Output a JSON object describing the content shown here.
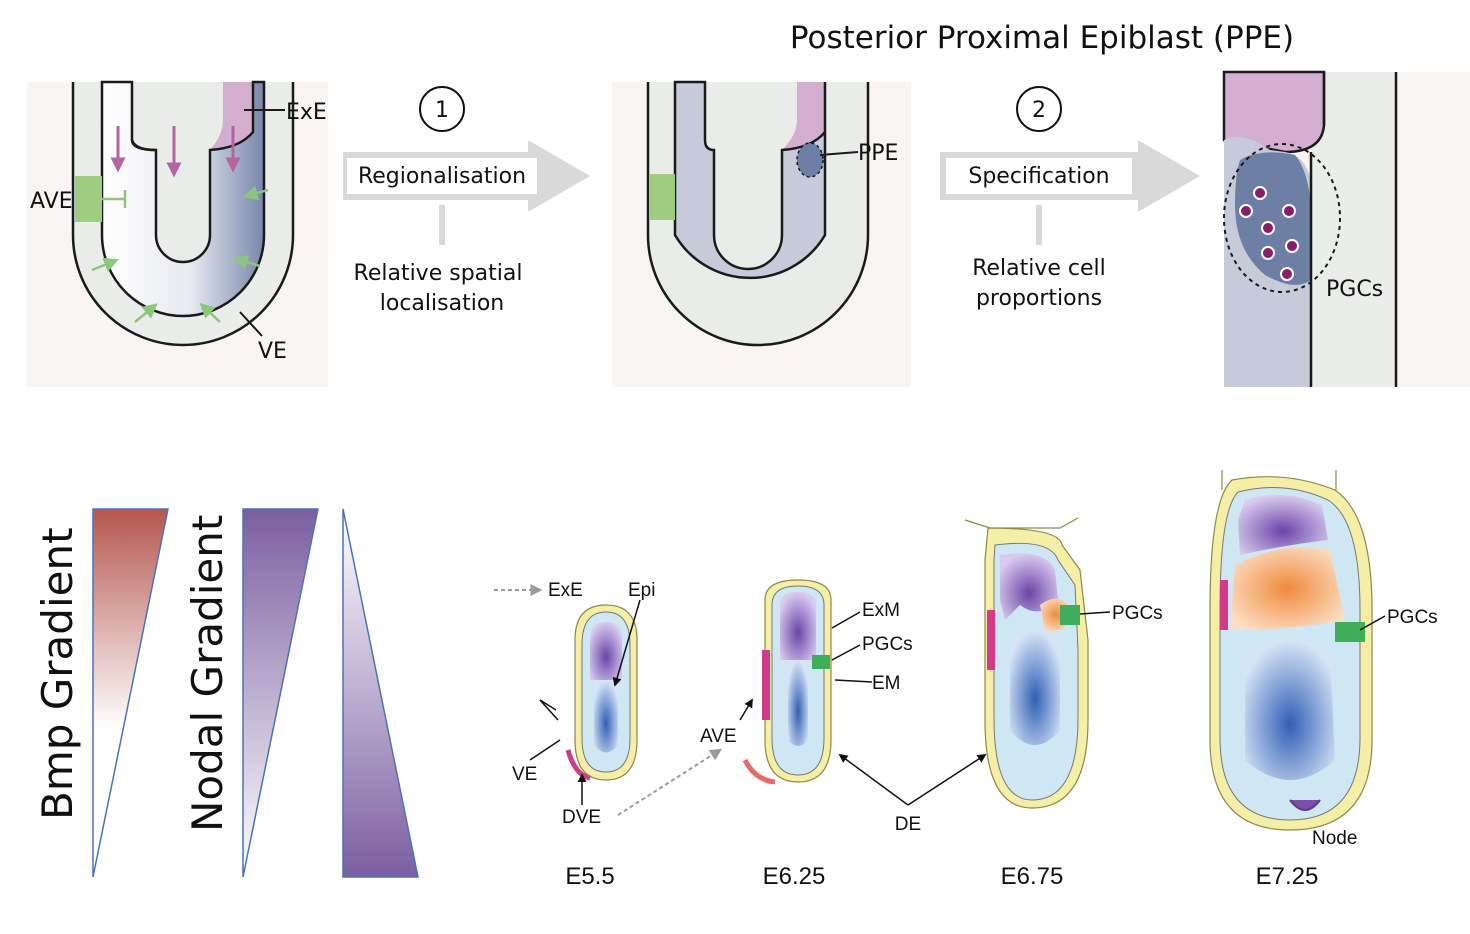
{
  "title": "Posterior Proximal Epiblast (PPE)",
  "panel1": {
    "exe": "ExE",
    "ave": "AVE",
    "ve": "VE"
  },
  "step1": {
    "number": "1",
    "label": "Regionalisation",
    "desc_line1": "Relative spatial",
    "desc_line2": "localisation"
  },
  "panel2": {
    "ppe": "PPE"
  },
  "step2": {
    "number": "2",
    "label": "Specification",
    "desc_line1": "Relative cell",
    "desc_line2": "proportions"
  },
  "panel3": {
    "pgcs": "PGCs"
  },
  "gradients": {
    "bmp": "Bmp Gradient",
    "nodal": "Nodal Gradient"
  },
  "stages": {
    "e55": {
      "name": "E5.5",
      "exe": "ExE",
      "epi": "Epi",
      "ve": "VE",
      "dve": "DVE"
    },
    "e625": {
      "name": "E6.25",
      "exm": "ExM",
      "pgcs": "PGCs",
      "em": "EM",
      "ave": "AVE"
    },
    "de": "DE",
    "e675": {
      "name": "E6.75",
      "pgcs": "PGCs"
    },
    "e725": {
      "name": "E7.25",
      "pgcs": "PGCs",
      "node": "Node"
    }
  },
  "colors": {
    "exe_pink": "#d4aed0",
    "arrow_magenta": "#b4659f",
    "ave_green": "#9ecd82",
    "arrow_green": "#8cc57c",
    "epiblast_gray": "#c6cad9",
    "ppe_blue": "#6e7fa6",
    "pgc_dot": "#8a1d6a",
    "panel_bg": "#f7f4f2",
    "bmp_red": "#b4574f",
    "nodal_purple": "#7b5fa0"
  }
}
